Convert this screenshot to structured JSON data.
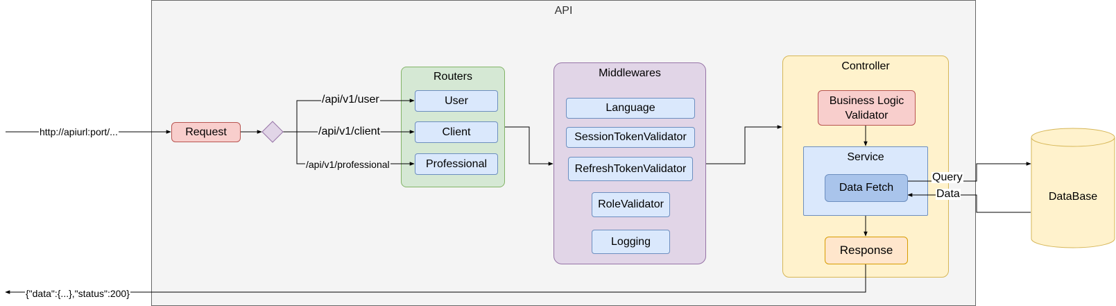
{
  "api": {
    "title": "API"
  },
  "entry": {
    "url_label": "http://apiurl:port/...",
    "request_label": "Request"
  },
  "routes": [
    {
      "path": "/api/v1/user",
      "target": "User"
    },
    {
      "path": "/api/v1/client",
      "target": "Client"
    },
    {
      "path": "/api/v1/professional",
      "target": "Professional"
    }
  ],
  "routers": {
    "title": "Routers"
  },
  "middlewares": {
    "title": "Middlewares",
    "items": [
      "Language",
      "SessionTokenValidator",
      "RefreshTokenValidator",
      "RoleValidator",
      "Logging"
    ]
  },
  "controller": {
    "title": "Controller",
    "validator_label": "Business Logic Validator",
    "service_title": "Service",
    "data_fetch_label": "Data Fetch",
    "response_label": "Response"
  },
  "database": {
    "label": "DataBase",
    "query_label": "Query",
    "data_label": "Data"
  },
  "output": {
    "response_json": "{\"data\":{...},\"status\":200}"
  },
  "colors": {
    "container_fill": "#f4f4f4",
    "routers_fill": "#d5e8d4",
    "middlewares_fill": "#e1d5e7",
    "controller_fill": "#fff2cc",
    "blue_fill": "#dae8fc",
    "red_fill": "#f8cecc",
    "orange_fill": "#ffe6cc",
    "database_fill": "#fff2cc"
  }
}
